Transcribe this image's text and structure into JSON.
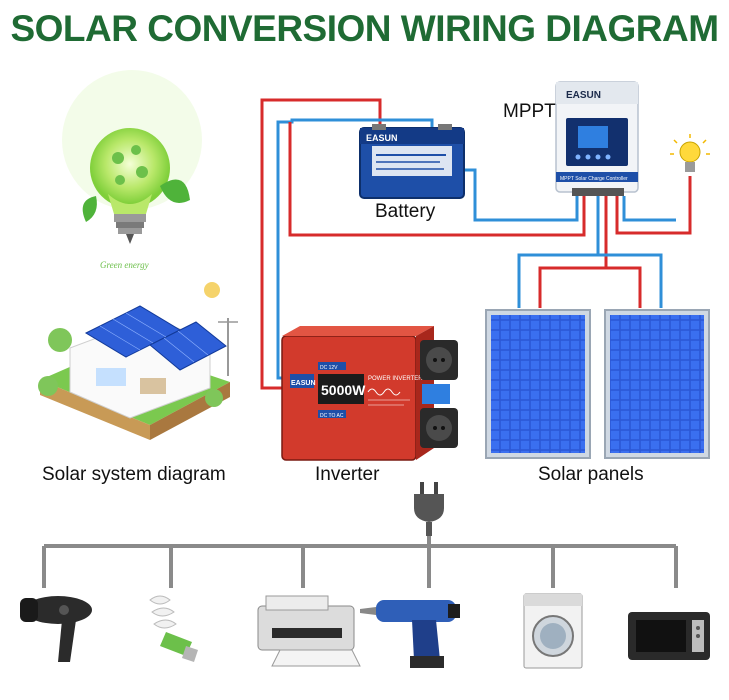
{
  "title": "SOLAR CONVERSION WIRING DIAGRAM",
  "labels": {
    "battery": "Battery",
    "mppt": "MPPT",
    "inverter": "Inverter",
    "solar_panels": "Solar panels",
    "solar_system": "Solar system diagram",
    "green_energy": "Green energy"
  },
  "devices": {
    "battery_brand": "EASUN",
    "controller_brand": "EASUN",
    "controller_caption": "MPPT Solar Charge Controller",
    "inverter_brand": "EASUN",
    "inverter_power": "5000W",
    "inverter_type": "POWER INVERTER",
    "inverter_tag_dc": "DC 12V",
    "inverter_tag_ac": "DC TO AC"
  },
  "appliances": [
    "hair-dryer",
    "cfl-bulb",
    "printer",
    "power-drill",
    "washing-machine",
    "microwave-oven"
  ],
  "colors": {
    "title": "#1f6b34",
    "wire_red": "#d72b2b",
    "wire_blue": "#2f8fd8",
    "bus_gray": "#8a8a8a",
    "panel_blue": "#2b58d6",
    "inverter_red": "#d23a2c",
    "battery_blue": "#1e4fa8"
  }
}
